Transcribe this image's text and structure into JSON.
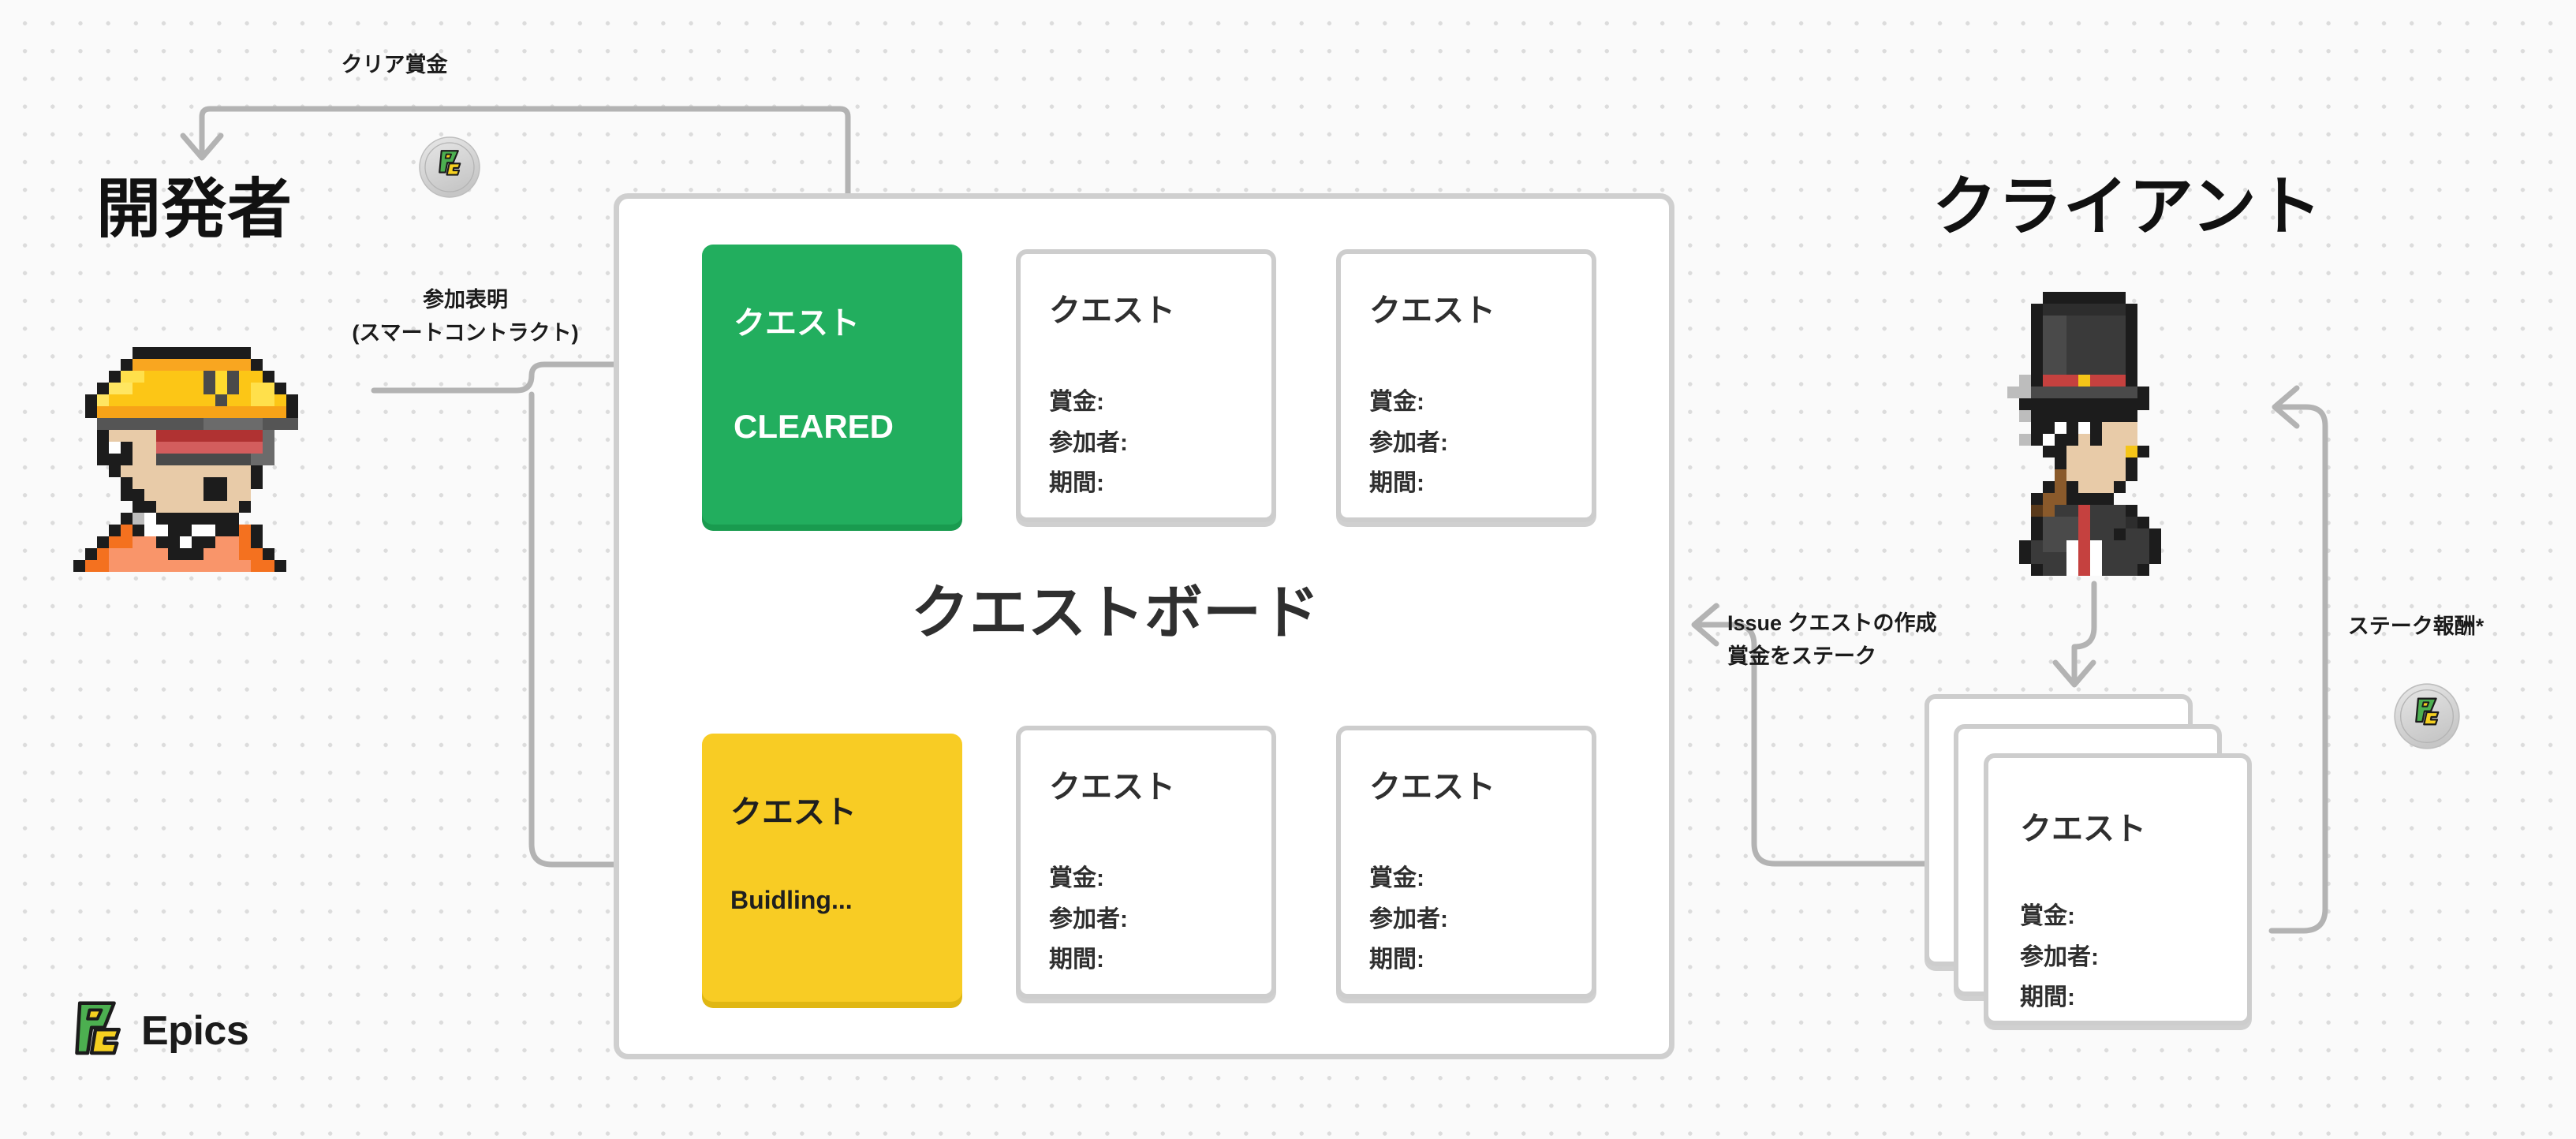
{
  "diagram": {
    "title_developer": "開発者",
    "title_client": "クライアント",
    "board_title": "クエストボード"
  },
  "flows": {
    "clear_reward": "クリア賞金",
    "participation_line1": "参加表明",
    "participation_line2": "(スマートコントラクト)",
    "issue_quest_line1": "Issue クエストの作成",
    "issue_quest_line2": "賞金をステーク",
    "stake_reward": "ステーク報酬*"
  },
  "cards": {
    "labels": {
      "title": "クエスト",
      "bounty": "賞金:",
      "participants": "参加者:",
      "period": "期間:"
    },
    "board_top_row": [
      {
        "title": "クエスト",
        "status": "CLEARED",
        "state": "cleared"
      },
      {
        "title": "クエスト",
        "bounty": "賞金:",
        "participants": "参加者:",
        "period": "期間:",
        "state": "open"
      },
      {
        "title": "クエスト",
        "bounty": "賞金:",
        "participants": "参加者:",
        "period": "期間:",
        "state": "open"
      }
    ],
    "board_bottom_row": [
      {
        "title": "クエスト",
        "status": "Buidling...",
        "state": "building"
      },
      {
        "title": "クエスト",
        "bounty": "賞金:",
        "participants": "参加者:",
        "period": "期間:",
        "state": "open"
      },
      {
        "title": "クエスト",
        "bounty": "賞金:",
        "participants": "参加者:",
        "period": "期間:",
        "state": "open"
      }
    ],
    "client_stack": {
      "count": 3,
      "front": {
        "title": "クエスト",
        "bounty": "賞金:",
        "participants": "参加者:",
        "period": "期間:"
      }
    }
  },
  "brand": {
    "name": "Epics",
    "logo_icon": "epics-logo-icon",
    "token_icon": "epics-coin-icon"
  },
  "characters": {
    "developer_icon": "pixel-developer-hardhat-avatar",
    "client_icon": "pixel-client-tophat-avatar"
  },
  "colors": {
    "background": "#fafafa",
    "dots": "#dcdcdc",
    "board_border": "#cfcfcf",
    "card_border": "#cdcdcd",
    "cleared_green": "#22ae5e",
    "cleared_green_shadow": "#199b4f",
    "building_yellow": "#f8cc24",
    "building_yellow_shadow": "#e0b713",
    "arrow_gray": "#b3b3b3",
    "text_dark": "#2f2f2f",
    "heading_black": "#111111",
    "logo_green": "#4caf50",
    "logo_yellow": "#f5d020",
    "coin_silver": "#d5d5d5"
  }
}
